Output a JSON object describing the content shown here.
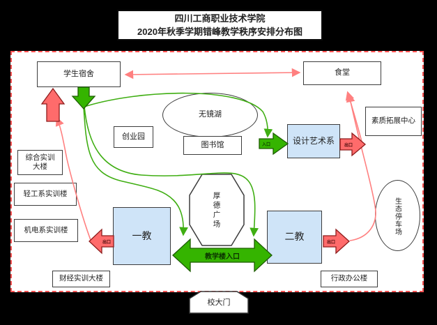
{
  "title": {
    "line1": "四川工商职业技术学院",
    "line2": "2020年秋季学期错峰教学秩序安排分布图"
  },
  "colors": {
    "green_arrow": "#35b400",
    "green_line": "#3fae12",
    "red_arrow": "#ff6b6b",
    "line_red": "#ff8080",
    "boundary": "#ff5454",
    "building_fill": "#cfe4f8"
  },
  "nodes": {
    "dormitory": {
      "label": "学生宿舍"
    },
    "canteen": {
      "label": "食堂"
    },
    "lake": {
      "label": "无镜湖"
    },
    "innovation_park": {
      "label": "创业园"
    },
    "library": {
      "label": "图书馆"
    },
    "design_art_dept": {
      "label": "设计艺术系"
    },
    "quality_center": {
      "label": "素质拓展中心"
    },
    "comprehensive_training": {
      "line1": "综合实训",
      "line2": "大楼"
    },
    "light_industry_training": {
      "label": "轻工系实训楼"
    },
    "mechatronics_training": {
      "label": "机电系实训楼"
    },
    "houde_square": {
      "label": "厚德广场"
    },
    "teaching_building_1": {
      "label": "一教"
    },
    "teaching_building_2": {
      "label": "二教"
    },
    "eco_parking": {
      "label": "生态停车场"
    },
    "finance_training": {
      "label": "财经实训大楼"
    },
    "admin_building": {
      "label": "行政办公楼"
    },
    "school_gate": {
      "label": "校大门"
    }
  },
  "arrows": {
    "teaching_entrance_label": "教学楼入口",
    "entrance_label": "入口",
    "exit_label": "出口"
  }
}
